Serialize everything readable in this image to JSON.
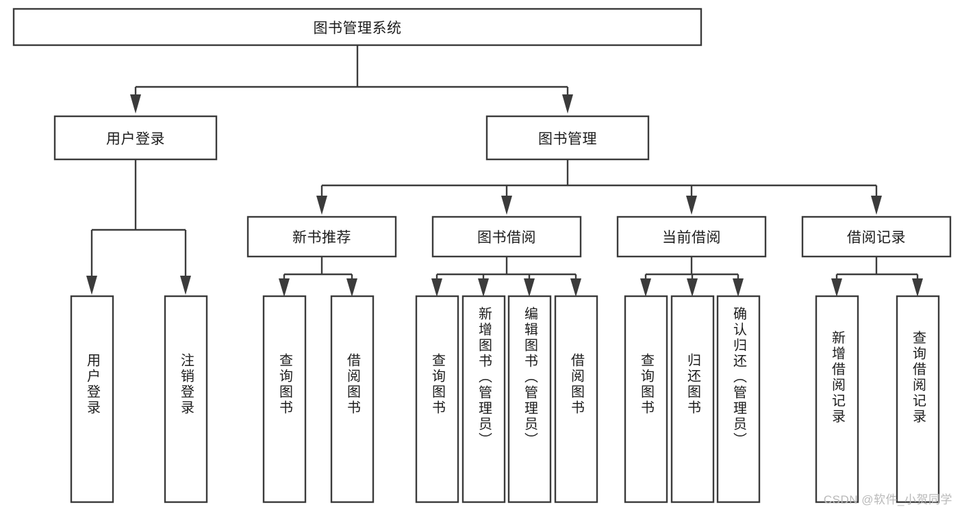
{
  "diagram": {
    "type": "hierarchy-tree",
    "title": "图书管理系统",
    "orientation": "top-down",
    "root": {
      "id": "root",
      "label": "图书管理系统",
      "text_direction": "horizontal"
    },
    "level1": [
      {
        "id": "user-login",
        "label": "用户登录",
        "text_direction": "horizontal"
      },
      {
        "id": "book-manage",
        "label": "图书管理",
        "text_direction": "horizontal"
      }
    ],
    "level2": [
      {
        "id": "new-book-recommend",
        "label": "新书推荐",
        "parent": "book-manage",
        "text_direction": "horizontal"
      },
      {
        "id": "book-borrow",
        "label": "图书借阅",
        "parent": "book-manage",
        "text_direction": "horizontal"
      },
      {
        "id": "current-borrow",
        "label": "当前借阅",
        "parent": "book-manage",
        "text_direction": "horizontal"
      },
      {
        "id": "borrow-record",
        "label": "借阅记录",
        "parent": "book-manage",
        "text_direction": "horizontal"
      }
    ],
    "leaves": [
      {
        "id": "leaf-user-login",
        "label": "用户登录",
        "parent": "user-login",
        "text_direction": "vertical"
      },
      {
        "id": "leaf-user-logout",
        "label": "注销登录",
        "parent": "user-login",
        "text_direction": "vertical"
      },
      {
        "id": "leaf-query-book-1",
        "label": "查询图书",
        "parent": "new-book-recommend",
        "text_direction": "vertical"
      },
      {
        "id": "leaf-borrow-book-1",
        "label": "借阅图书",
        "parent": "new-book-recommend",
        "text_direction": "vertical"
      },
      {
        "id": "leaf-query-book-2",
        "label": "查询图书",
        "parent": "book-borrow",
        "text_direction": "vertical"
      },
      {
        "id": "leaf-add-book",
        "label": "新增图书（管理员）",
        "parent": "book-borrow",
        "text_direction": "vertical"
      },
      {
        "id": "leaf-edit-book",
        "label": "编辑图书（管理员）",
        "parent": "book-borrow",
        "text_direction": "vertical"
      },
      {
        "id": "leaf-borrow-book-2",
        "label": "借阅图书",
        "parent": "book-borrow",
        "text_direction": "vertical"
      },
      {
        "id": "leaf-query-book-3",
        "label": "查询图书",
        "parent": "current-borrow",
        "text_direction": "vertical"
      },
      {
        "id": "leaf-return-book",
        "label": "归还图书",
        "parent": "current-borrow",
        "text_direction": "vertical"
      },
      {
        "id": "leaf-confirm-return",
        "label": "确认归还（管理员）",
        "parent": "current-borrow",
        "text_direction": "vertical"
      },
      {
        "id": "leaf-add-record",
        "label": "新增借阅记录",
        "parent": "borrow-record",
        "text_direction": "vertical"
      },
      {
        "id": "leaf-query-record",
        "label": "查询借阅记录",
        "parent": "borrow-record",
        "text_direction": "vertical"
      }
    ]
  },
  "watermark": {
    "text": "CSDN @软件_小贺同学"
  },
  "colors": {
    "stroke": "#3b3b3b",
    "box_fill": "#ffffff",
    "text": "#1d1d1d",
    "watermark": "#b9b9b9",
    "background": "#ffffff"
  }
}
